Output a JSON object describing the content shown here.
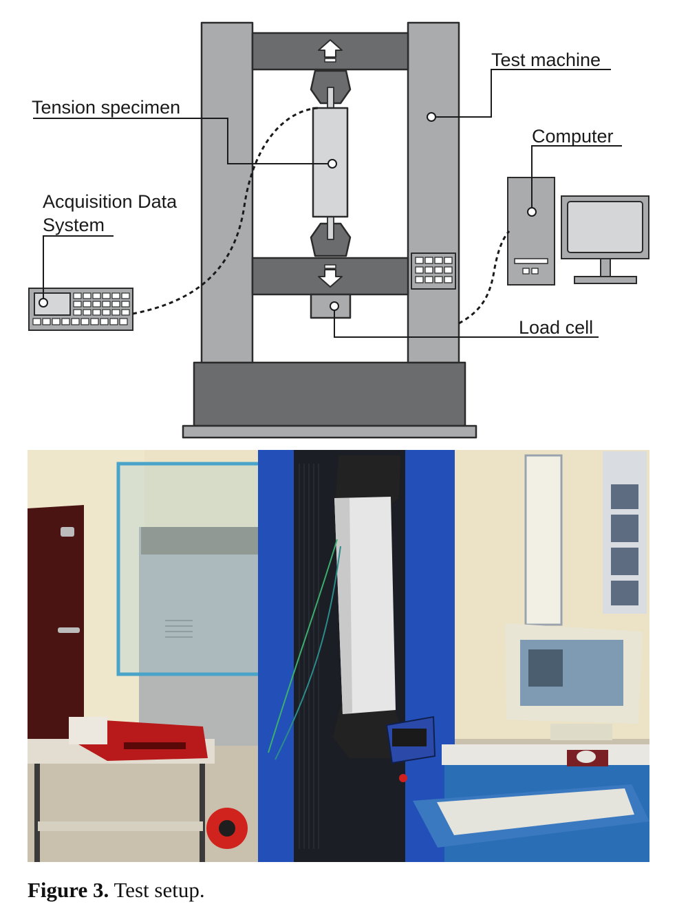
{
  "labels": {
    "test_machine": "Test machine",
    "tension_specimen": "Tension specimen",
    "computer": "Computer",
    "acquisition_line1": "Acquisition Data",
    "acquisition_line2": "System",
    "load_cell": "Load cell"
  },
  "caption": {
    "number": "Figure 3.",
    "text": "Test setup."
  },
  "colors": {
    "frame": "#a9abad",
    "dark": "#6a6c6e",
    "outline": "#2b2b2b",
    "specimen": "#d4d6d8",
    "machine_blue": "#2250b8",
    "red": "#c21e1e"
  }
}
